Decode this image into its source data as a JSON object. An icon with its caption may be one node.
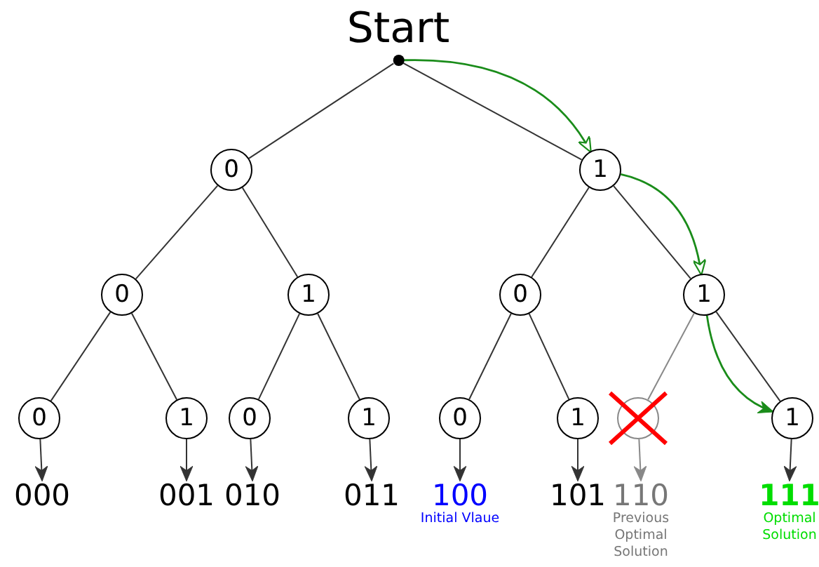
{
  "diagram": {
    "nodes": [
      {
        "text": [
          "Start"
        ]
      },
      {
        "text": [
          "0"
        ]
      },
      {
        "text": [
          "1"
        ]
      },
      {
        "text": [
          "0"
        ]
      },
      {
        "text": [
          "1"
        ]
      },
      {
        "text": [
          "0"
        ]
      },
      {
        "text": [
          "1"
        ]
      },
      {
        "text": [
          "0"
        ]
      },
      {
        "text": [
          "1"
        ]
      },
      {
        "text": [
          "0"
        ]
      },
      {
        "text": [
          "1"
        ]
      },
      {
        "text": [
          "0"
        ]
      },
      {
        "text": [
          "1"
        ]
      },
      {
        "text": [],
        "shape": "circle"
      },
      {
        "text": [
          "1"
        ]
      },
      {
        "text": [
          "000"
        ]
      },
      {
        "text": [
          "001"
        ]
      },
      {
        "text": [
          "010"
        ]
      },
      {
        "text": [
          "011"
        ]
      },
      {
        "text": [
          "100",
          "Initial Vlaue"
        ]
      },
      {
        "text": [
          "101"
        ]
      },
      {
        "text": [
          "110",
          "Previous Optimal Solution"
        ]
      },
      {
        "text": [
          "111",
          "Optimal Solution"
        ]
      }
    ],
    "edges": [
      {
        "from": 0,
        "to": 1,
        "arrow": "none"
      },
      {
        "from": 0,
        "to": 2,
        "arrow": "none"
      },
      {
        "from": 1,
        "to": 3,
        "arrow": "none"
      },
      {
        "from": 1,
        "to": 4,
        "arrow": "none"
      },
      {
        "from": 2,
        "to": 5,
        "arrow": "none"
      },
      {
        "from": 2,
        "to": 6,
        "arrow": "none"
      },
      {
        "from": 3,
        "to": 7,
        "arrow": "none"
      },
      {
        "from": 3,
        "to": 8,
        "arrow": "none"
      },
      {
        "from": 4,
        "to": 9,
        "arrow": "none"
      },
      {
        "from": 4,
        "to": 10,
        "arrow": "none"
      },
      {
        "from": 5,
        "to": 11,
        "arrow": "none"
      },
      {
        "from": 5,
        "to": 12,
        "arrow": "none"
      },
      {
        "from": 6,
        "to": 13,
        "arrow": "none",
        "color": "#888888"
      },
      {
        "from": 6,
        "to": 14,
        "arrow": "none"
      },
      {
        "from": 7,
        "to": 15,
        "arrow": "to"
      },
      {
        "from": 8,
        "to": 16,
        "arrow": "to"
      },
      {
        "from": 9,
        "to": 17,
        "arrow": "to"
      },
      {
        "from": 10,
        "to": 18,
        "arrow": "to"
      },
      {
        "from": 11,
        "to": 19,
        "arrow": "to"
      },
      {
        "from": 12,
        "to": 20,
        "arrow": "to"
      },
      {
        "from": 13,
        "to": 21,
        "arrow": "to",
        "color": "#888888"
      },
      {
        "from": 14,
        "to": 22,
        "arrow": "to"
      },
      {
        "from": 0,
        "to": 2,
        "arrow": "to",
        "color": "#1a8c1a"
      },
      {
        "from": 2,
        "to": 6,
        "arrow": "to",
        "color": "#1a8c1a"
      },
      {
        "from": 6,
        "to": 14,
        "arrow": "to",
        "color": "#1a8c1a"
      }
    ]
  }
}
